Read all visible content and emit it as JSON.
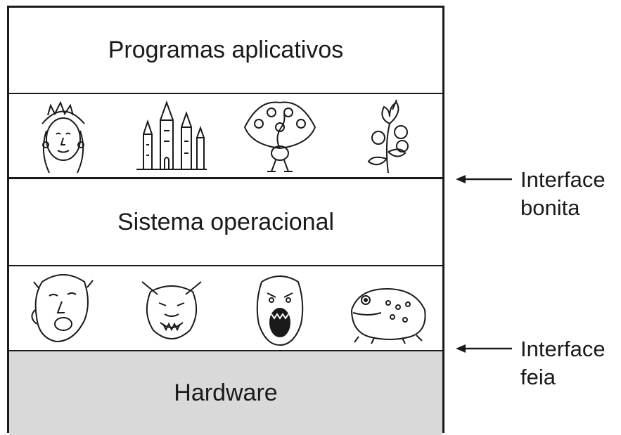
{
  "layers": {
    "applications": "Programas aplicativos",
    "os": "Sistema operacional",
    "hardware": "Hardware"
  },
  "interfaces": {
    "pretty": {
      "line1": "Interface",
      "line2": "bonita"
    },
    "ugly": {
      "line1": "Interface",
      "line2": "feia"
    }
  },
  "illustrations": {
    "pretty": [
      "queen-icon",
      "castle-icon",
      "peacock-icon",
      "flower-icon"
    ],
    "ugly": [
      "ugly-face-icon",
      "beast-face-icon",
      "screaming-ogre-icon",
      "toad-icon"
    ]
  }
}
